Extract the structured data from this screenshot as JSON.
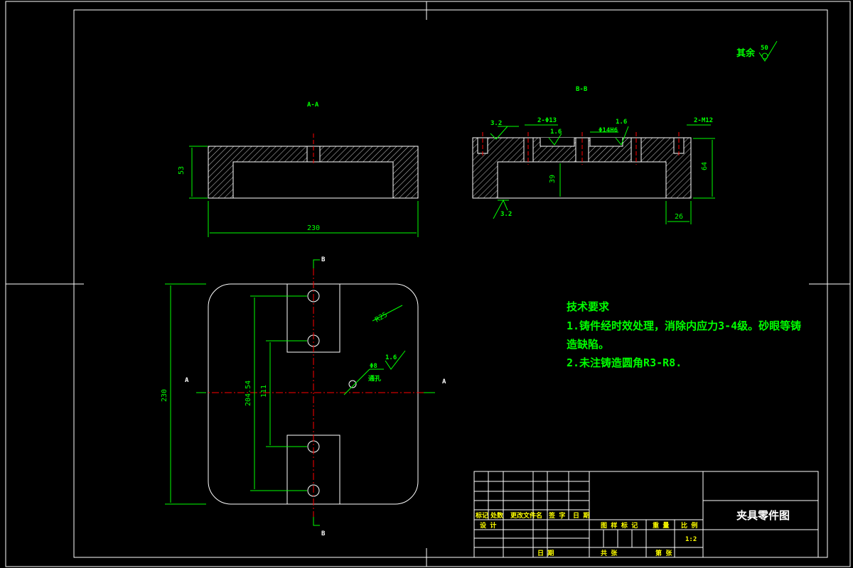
{
  "surface_note": {
    "label": "其余",
    "value": "50"
  },
  "views": {
    "section_aa": {
      "title": "A-A",
      "dim_height": "53",
      "dim_width": "230"
    },
    "section_bb": {
      "title": "B-B",
      "rough_left": "3.2",
      "rough_mid": "1.6",
      "rough_right": "1.6",
      "rough_bottom": "3.2",
      "hole_left": "2-Φ13",
      "hole_right": "2-M12",
      "bore": "Φ14H6",
      "dim_depth": "39",
      "dim_height": "64",
      "dim_width": "26"
    },
    "plan": {
      "label_b_top": "B",
      "label_b_bottom": "B",
      "label_a_left": "A",
      "label_a_right": "A",
      "radius": "R25",
      "dim_overall": "230",
      "dim_spacing_outer": "204.54",
      "dim_spacing_inner": "111",
      "hole_dia": "Φ8",
      "hole_note": "通孔",
      "rough": "1.6"
    }
  },
  "tech_requirements": {
    "title": "技术要求",
    "lines": [
      "1.铸件经时效处理，消除内应力3-4级。砂眼等铸",
      "造缺陷。",
      "2.未注铸造圆角R3-R8."
    ]
  },
  "title_block": {
    "drawing_title": "夹具零件图",
    "revision_headers": [
      "标记",
      "处数",
      "更改文件名",
      "签 字",
      "日 期"
    ],
    "designer_label": "设 计",
    "date_label": "日 期",
    "stage_label": "图 样 标 记",
    "weight_label": "重 量",
    "scale_label": "比 例",
    "scale_value": "1:2",
    "sheet_total_label": "共   张",
    "sheet_label": "第   张"
  },
  "colors": {
    "line": "#ffffff",
    "dimension": "#00ff00",
    "centerline": "#ff0000",
    "hatch": "#ffffff",
    "background": "#000000"
  }
}
